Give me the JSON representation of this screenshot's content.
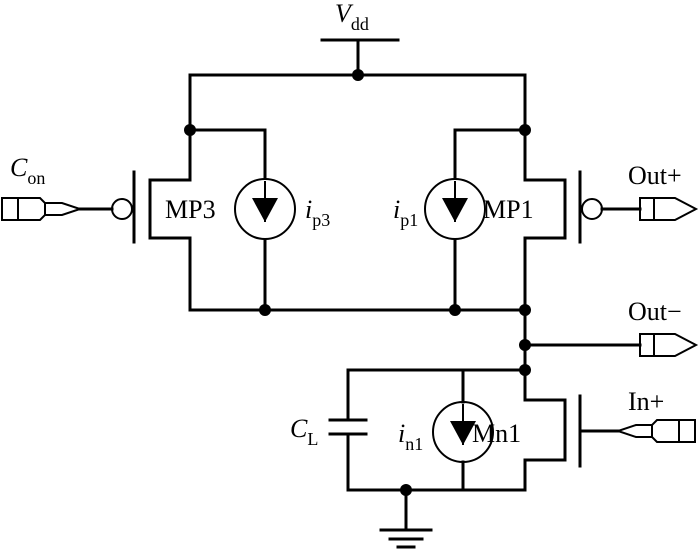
{
  "labels": {
    "vdd": {
      "main": "V",
      "sub": "dd"
    },
    "con": {
      "main": "C",
      "sub": "on"
    },
    "mp3": "MP3",
    "ip3": {
      "main": "i",
      "sub": "p3"
    },
    "ip1": {
      "main": "i",
      "sub": "p1"
    },
    "mp1": "MP1",
    "out_plus": "Out+",
    "out_minus": "Out−",
    "in_plus": "In+",
    "cl": {
      "main": "C",
      "sub": "L"
    },
    "in1": {
      "main": "i",
      "sub": "n1"
    },
    "mn1": "Mn1"
  }
}
